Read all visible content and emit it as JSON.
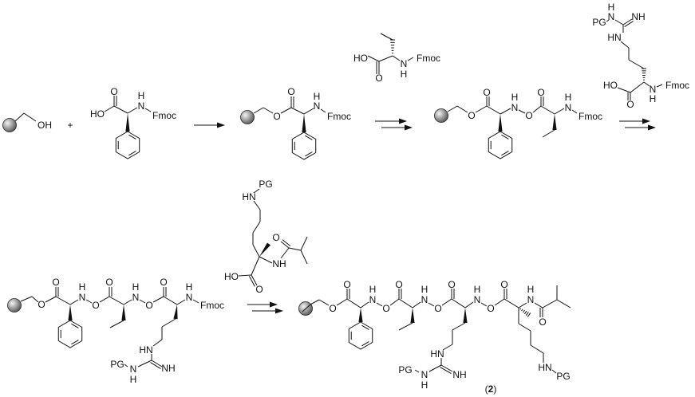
{
  "labels": {
    "OH": "OH",
    "HO": "HO",
    "O": "O",
    "N": "N",
    "H": "H",
    "NH": "NH",
    "HN": "HN",
    "Fmoc": "Fmoc",
    "PG": "PG",
    "plus": "+"
  },
  "compound_label": {
    "open": "(",
    "number": "2",
    "close": ")"
  },
  "colors": {
    "ink": "#111111",
    "bead_light": "#f4f4f4",
    "bead_dark": "#555555"
  }
}
